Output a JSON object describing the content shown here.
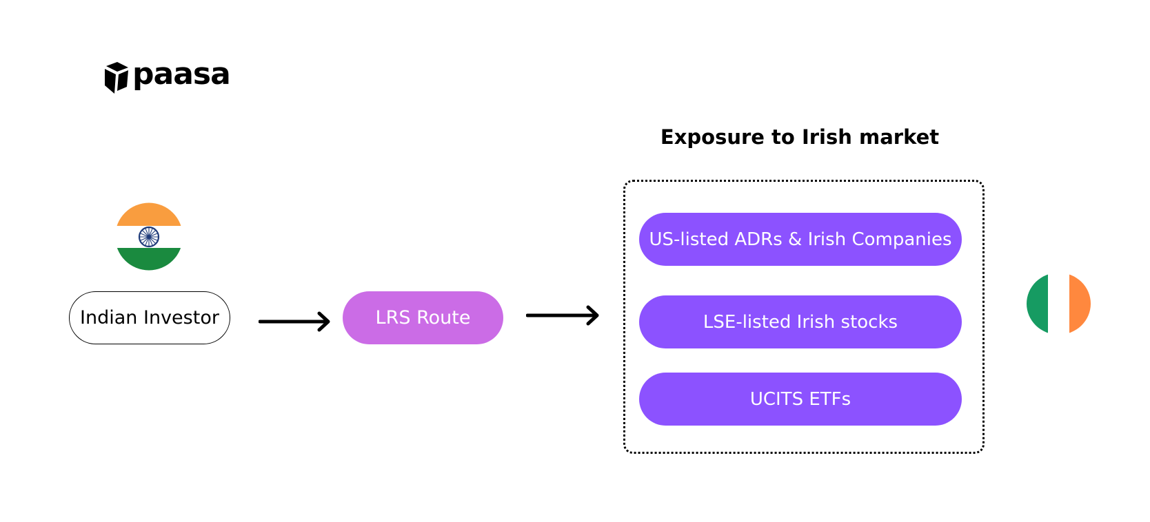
{
  "logo": {
    "text": "paasa",
    "icon": "paasa-logo-icon"
  },
  "diagram": {
    "source": {
      "label": "Indian Investor",
      "flag": "india-flag-icon"
    },
    "route": {
      "label": "LRS Route",
      "color": "#cb6ce6"
    },
    "target": {
      "title": "Exposure to Irish market",
      "flag": "ireland-flag-icon",
      "options": [
        "US-listed ADRs & Irish Companies",
        "LSE-listed Irish stocks",
        "UCITS ETFs"
      ],
      "option_color": "#8c52ff"
    }
  },
  "colors": {
    "india_saffron": "#f99d3f",
    "india_green": "#1a8a3f",
    "india_chakra": "#1f3b7a",
    "ireland_green": "#169b62",
    "ireland_orange": "#ff883e"
  }
}
